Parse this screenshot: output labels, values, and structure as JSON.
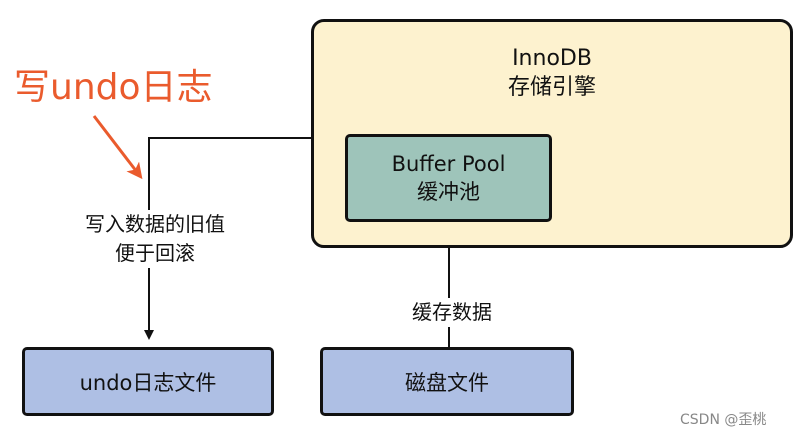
{
  "engine": {
    "name": "InnoDB",
    "subtitle": "存储引擎"
  },
  "buffer_pool": {
    "name": "Buffer Pool",
    "subtitle": "缓冲池"
  },
  "files": {
    "undo_log": "undo日志文件",
    "disk": "磁盘文件"
  },
  "edges": {
    "write_old_value_line1": "写入数据的旧值",
    "write_old_value_line2": "便于回滚",
    "cache_data": "缓存数据"
  },
  "annotation": {
    "text": "写undo日志",
    "color": "#ea5b2d"
  },
  "watermark": "CSDN @歪桃",
  "colors": {
    "engine_fill": "#fdf2cf",
    "buffer_pool_fill": "#9ec4ba",
    "file_fill": "#aebfe4"
  }
}
